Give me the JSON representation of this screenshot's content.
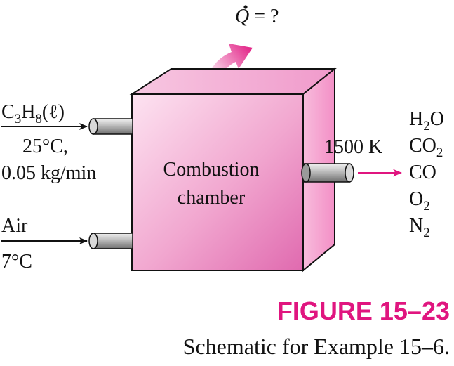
{
  "heat": {
    "symbol": "Q",
    "suffix": " = ?"
  },
  "fuel": {
    "formula": {
      "c": "C",
      "c_sub": "3",
      "h": "H",
      "h_sub": "8",
      "phase": "(ℓ)"
    },
    "temperature": "25°C,",
    "flow_rate": "0.05 kg/min"
  },
  "air": {
    "label": "Air",
    "temperature": "7°C"
  },
  "chamber": {
    "line1": "Combustion",
    "line2": "chamber"
  },
  "exit": {
    "temperature": "1500 K",
    "products": [
      {
        "base": "H",
        "sub": "2",
        "rest": "O"
      },
      {
        "base": "CO",
        "sub": "2",
        "rest": ""
      },
      {
        "base": "CO",
        "sub": "",
        "rest": ""
      },
      {
        "base": "O",
        "sub": "2",
        "rest": ""
      },
      {
        "base": "N",
        "sub": "2",
        "rest": ""
      }
    ]
  },
  "figure": {
    "title": "FIGURE 15–23",
    "caption": "Schematic for Example 15–6."
  },
  "colors": {
    "accent": "#e0157f",
    "box_front_light": "#fde3f1",
    "box_front_dark": "#e47ab8",
    "box_side": "#f7a9d3",
    "box_top": "#f4b6d8",
    "pipe": "#9a9a9a"
  }
}
